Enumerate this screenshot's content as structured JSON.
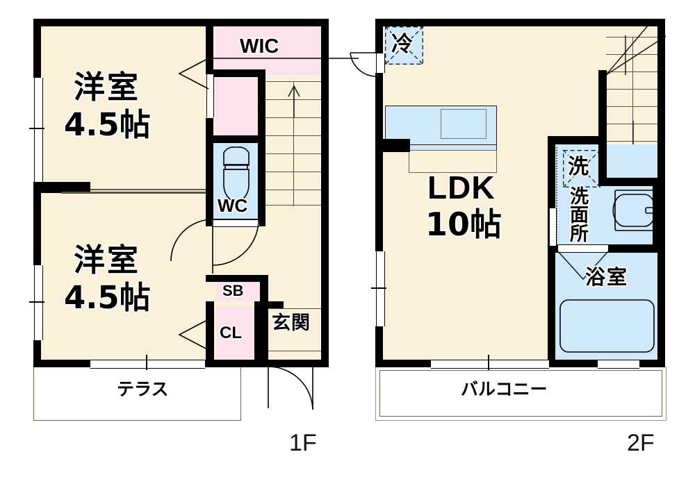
{
  "document": {
    "type": "floor-plan",
    "language": "ja",
    "unit_note": "帖 (tatami mats)"
  },
  "floors": [
    {
      "id": "1f",
      "caption": "1F",
      "rooms": [
        {
          "key": "washitsu_top",
          "name": "洋室",
          "size": "4.5帖",
          "kind": "western-room"
        },
        {
          "key": "washitsu_bottom",
          "name": "洋室",
          "size": "4.5帖",
          "kind": "western-room"
        },
        {
          "key": "wic",
          "name": "WIC",
          "size": "",
          "kind": "walk-in-closet"
        },
        {
          "key": "wc",
          "name": "WC",
          "size": "",
          "kind": "toilet"
        },
        {
          "key": "sb",
          "name": "SB",
          "size": "",
          "kind": "shoe-box"
        },
        {
          "key": "cl",
          "name": "CL",
          "size": "",
          "kind": "closet"
        },
        {
          "key": "genkan",
          "name": "玄関",
          "size": "",
          "kind": "entrance"
        },
        {
          "key": "terrace",
          "name": "テラス",
          "size": "",
          "kind": "terrace"
        }
      ],
      "features": [
        "stairs-up",
        "entry-door",
        "sliding-windows",
        "hinged-doors"
      ]
    },
    {
      "id": "2f",
      "caption": "2F",
      "rooms": [
        {
          "key": "ldk",
          "name": "LDK",
          "size": "10帖",
          "kind": "living-dining-kitchen"
        },
        {
          "key": "senmenjo",
          "name": "洗面所",
          "size": "",
          "kind": "washroom"
        },
        {
          "key": "yokushitsu",
          "name": "浴室",
          "size": "",
          "kind": "bathroom"
        },
        {
          "key": "balcony",
          "name": "バルコニー",
          "size": "",
          "kind": "balcony"
        }
      ],
      "appliances": [
        {
          "key": "fridge",
          "name": "冷",
          "kind": "refrigerator-space"
        },
        {
          "key": "washer",
          "name": "洗",
          "kind": "washing-machine-space"
        }
      ],
      "features": [
        "stairs-down",
        "kitchen-counter",
        "bathtub",
        "vanity-sink",
        "sliding-windows"
      ]
    }
  ],
  "colors": {
    "room_fill": "#fbf0da",
    "closet_fill": "#fbe2ec",
    "water_fill": "#cfe9fa",
    "wall": "#000000",
    "line": "#5a5346",
    "background": "#ffffff"
  }
}
